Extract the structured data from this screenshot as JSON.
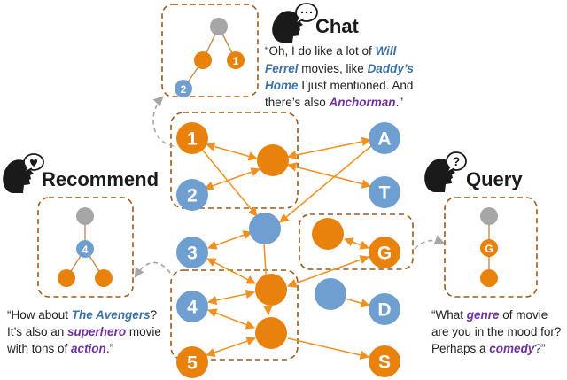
{
  "sections": {
    "chat": {
      "title": "Chat",
      "quote": {
        "l1a": "“Oh, I do like a lot of ",
        "l1b": "Will",
        "l2a": "Ferrel",
        "l2b": " movies, like ",
        "l2c": "Daddy’s",
        "l3a": "Home",
        "l3b": " I just mentioned. And",
        "l4a": "there’s also ",
        "l4b": "Anchorman",
        "l4c": ".”"
      },
      "mini_node_label": "2"
    },
    "recommend": {
      "title": "Recommend",
      "quote": {
        "l1a": "“How about ",
        "l1b": "The Avengers",
        "l1c": "?",
        "l2a": "It’s also an ",
        "l2b": "superhero",
        "l2c": " movie",
        "l3a": "with tons of ",
        "l3b": "action",
        "l3c": ".”"
      },
      "mini_node_label": "4"
    },
    "query": {
      "title": "Query",
      "quote": {
        "l1a": "“What ",
        "l1b": "genre",
        "l1c": " of movie",
        "l2": "are you in the mood for?",
        "l3a": "Perhaps a ",
        "l3b": "comedy",
        "l3c": "?”"
      },
      "mini_node_label": "G"
    }
  },
  "graph": {
    "numbered_nodes": [
      "1",
      "2",
      "3",
      "4",
      "5"
    ],
    "lettered_nodes": [
      "A",
      "T",
      "G",
      "D",
      "S"
    ]
  },
  "colors": {
    "orange": "#e8820c",
    "blue": "#6f9fd0",
    "gray": "#a6a6a6",
    "box_border": "#9c5a1c",
    "edge": "#f0901e",
    "dashed_arrow": "#a6a6a6",
    "blue_text": "#3d72a6",
    "purple_text": "#7030a0"
  },
  "icons": [
    "chat-speech-head-icon",
    "recommend-heart-head-icon",
    "query-question-head-icon"
  ]
}
